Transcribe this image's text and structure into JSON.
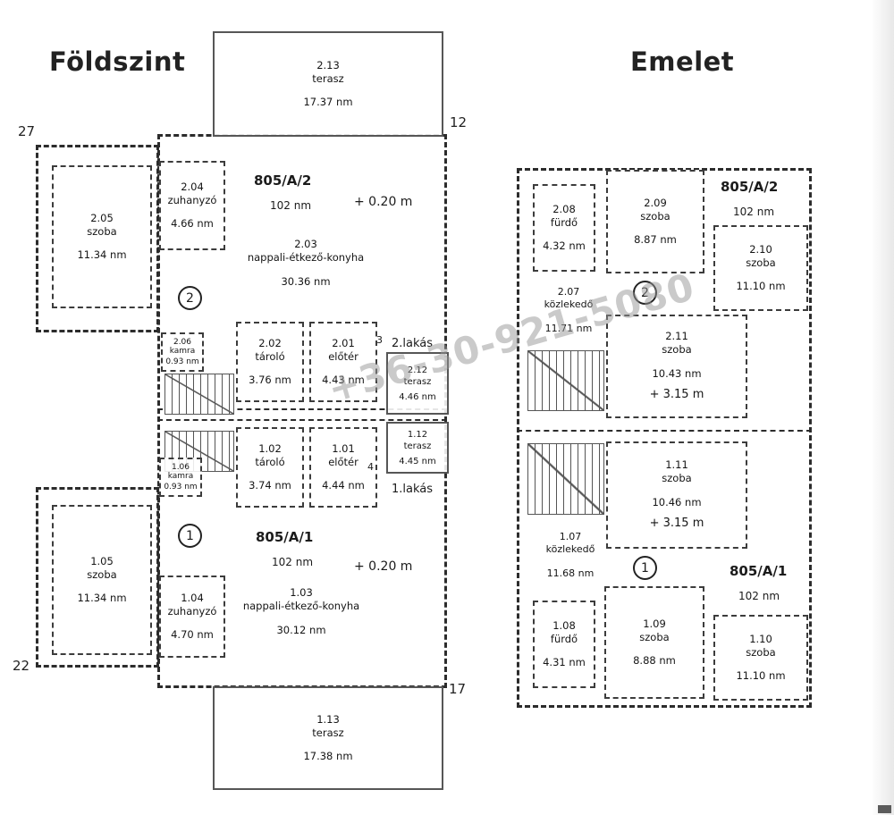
{
  "watermark": "+36-30-921-5080",
  "ground_floor": {
    "title": "Földszint",
    "corners": {
      "top_left": "27",
      "top_right": "12",
      "bottom_left": "22",
      "bottom_right": "17"
    },
    "units": [
      {
        "code": "805/A/2",
        "area": "102 nm",
        "level": "+ 0.20 m",
        "number": "2",
        "door": "3",
        "apartment": "2.lakás"
      },
      {
        "code": "805/A/1",
        "area": "102 nm",
        "level": "+ 0.20 m",
        "number": "1",
        "door": "4",
        "apartment": "1.lakás"
      }
    ],
    "rooms": [
      {
        "id": "2.13",
        "name": "terasz",
        "area": "17.37 nm"
      },
      {
        "id": "2.05",
        "name": "szoba",
        "area": "11.34 nm"
      },
      {
        "id": "2.04",
        "name": "zuhanyzó",
        "area": "4.66 nm"
      },
      {
        "id": "2.03",
        "name": "nappali-étkező-konyha",
        "area": "30.36 nm"
      },
      {
        "id": "2.06",
        "name": "kamra",
        "area": "0.93 nm"
      },
      {
        "id": "2.02",
        "name": "tároló",
        "area": "3.76 nm"
      },
      {
        "id": "2.01",
        "name": "előtér",
        "area": "4.43 nm"
      },
      {
        "id": "2.12",
        "name": "terasz",
        "area": "4.46 nm"
      },
      {
        "id": "1.12",
        "name": "terasz",
        "area": "4.45 nm"
      },
      {
        "id": "1.02",
        "name": "tároló",
        "area": "3.74 nm"
      },
      {
        "id": "1.01",
        "name": "előtér",
        "area": "4.44 nm"
      },
      {
        "id": "1.06",
        "name": "kamra",
        "area": "0.93 nm"
      },
      {
        "id": "1.05",
        "name": "szoba",
        "area": "11.34 nm"
      },
      {
        "id": "1.04",
        "name": "zuhanyzó",
        "area": "4.70 nm"
      },
      {
        "id": "1.03",
        "name": "nappali-étkező-konyha",
        "area": "30.12 nm"
      },
      {
        "id": "1.13",
        "name": "terasz",
        "area": "17.38 nm"
      }
    ]
  },
  "upper_floor": {
    "title": "Emelet",
    "units": [
      {
        "code": "805/A/2",
        "area": "102 nm",
        "number": "2"
      },
      {
        "code": "805/A/1",
        "area": "102 nm",
        "number": "1"
      }
    ],
    "rooms": [
      {
        "id": "2.08",
        "name": "fürdő",
        "area": "4.32 nm"
      },
      {
        "id": "2.09",
        "name": "szoba",
        "area": "8.87 nm"
      },
      {
        "id": "2.10",
        "name": "szoba",
        "area": "11.10 nm"
      },
      {
        "id": "2.07",
        "name": "közlekedő",
        "area": "11.71 nm"
      },
      {
        "id": "2.11",
        "name": "szoba",
        "area": "10.43 nm",
        "level": "+ 3.15 m"
      },
      {
        "id": "1.11",
        "name": "szoba",
        "area": "10.46 nm",
        "level": "+ 3.15 m"
      },
      {
        "id": "1.07",
        "name": "közlekedő",
        "area": "11.68 nm"
      },
      {
        "id": "1.08",
        "name": "fürdő",
        "area": "4.31 nm"
      },
      {
        "id": "1.09",
        "name": "szoba",
        "area": "8.88 nm"
      },
      {
        "id": "1.10",
        "name": "szoba",
        "area": "11.10 nm"
      }
    ]
  }
}
